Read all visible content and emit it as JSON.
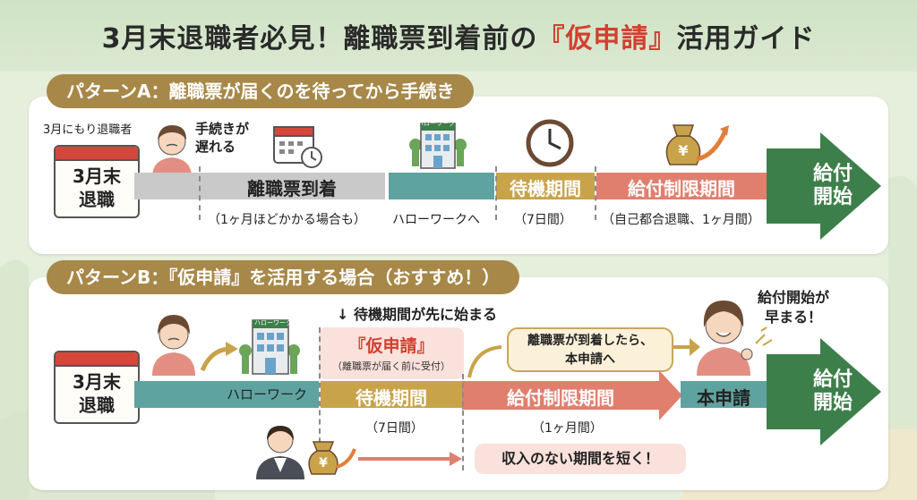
{
  "title": {
    "prefix": "3月末退職者必見！離職票到着前の",
    "accent": "『仮申請』",
    "suffix": "活用ガイド"
  },
  "pattern_a": {
    "label": "パターンA：離職票が届くのを待ってから手続き",
    "retiree_note": "3月にもり退職者",
    "delay_note_1": "手続きが",
    "delay_note_2": "遅れる",
    "calendar": {
      "line1": "3月末",
      "line2": "退職"
    },
    "office_sign": "ハローワーク",
    "stages": [
      {
        "label": "離職票到着",
        "note": "（1ヶ月ほどかかる場合も）"
      },
      {
        "label": "",
        "note": "ハローワークへ"
      },
      {
        "label": "待機期間",
        "note": "（7日間）"
      },
      {
        "label": "給付制限期間",
        "note": "（自己都合退職、1ヶ月間）"
      }
    ],
    "end": {
      "line1": "給付",
      "line2": "開始"
    },
    "colors": {
      "gray": "#c9c9c9",
      "teal": "#5fa3a0",
      "gold": "#c9a34a",
      "salmon": "#e07f6e",
      "green": "#3d7f4a"
    }
  },
  "pattern_b": {
    "label": "パターンB：『仮申請』を活用する場合（おすすめ！）",
    "calendar": {
      "line1": "3月末",
      "line2": "退職"
    },
    "office_sign": "ハローワーク",
    "waiting_starts": "待機期間が先に始まる",
    "kari": {
      "title": "『仮申請』",
      "sub": "（離職票が届く前に受付）"
    },
    "bubble_1": "離職票が到着したら、",
    "bubble_2": "本申請へ",
    "benefit_note_1": "給付開始が",
    "benefit_note_2": "早まる！",
    "stages": [
      {
        "label": "ハローワーク",
        "note": ""
      },
      {
        "label": "待機期間",
        "note": "（7日間）"
      },
      {
        "label": "給付制限期間",
        "note": "（1ヶ月間）"
      },
      {
        "label": "本申請",
        "note": ""
      }
    ],
    "end": {
      "line1": "給付",
      "line2": "開始"
    },
    "shorten": "収入のない期間を短く！"
  },
  "icons": [
    "worried-person-icon",
    "calendar-clock-icon",
    "building-icon",
    "clock-icon",
    "money-bag-icon",
    "happy-person-icon",
    "businessperson-icon"
  ]
}
